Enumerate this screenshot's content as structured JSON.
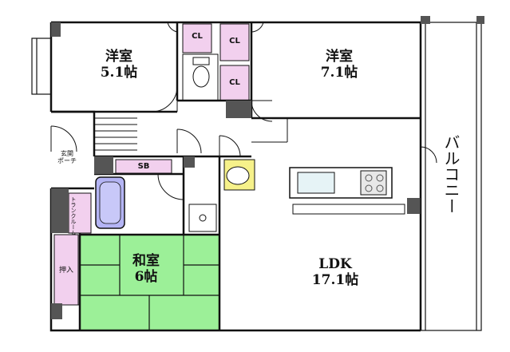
{
  "rooms": {
    "western_1": {
      "name": "洋室",
      "size": "5.1帖"
    },
    "western_2": {
      "name": "洋室",
      "size": "7.1帖"
    },
    "japanese": {
      "name": "和室",
      "size": "6帖"
    },
    "ldk": {
      "name": "LDK",
      "size": "17.1帖"
    }
  },
  "labels": {
    "closet": "CL",
    "shoe_box": "SB",
    "entrance_line1": "玄関",
    "entrance_line2": "ポーチ",
    "trunk_room": "トランクルーム",
    "oshiire": "押入",
    "balcony": "バルコニー"
  },
  "colors": {
    "closet_fill": "#f2d0ee",
    "tatami_fill": "#9cf098",
    "bath_fill": "#b4b4f4",
    "wall": "#111111",
    "pillar": "#555555"
  }
}
